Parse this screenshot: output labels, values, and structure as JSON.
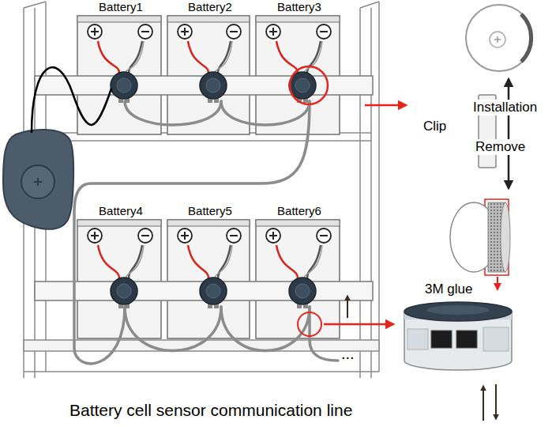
{
  "diagram": {
    "nodes": [
      {
        "text": [
          "Battery1"
        ]
      },
      {
        "text": [
          "Battery2"
        ]
      },
      {
        "text": [
          "Battery3"
        ]
      },
      {
        "text": [
          "Battery4"
        ]
      },
      {
        "text": [
          "Battery5"
        ]
      },
      {
        "text": [
          "Battery6"
        ]
      }
    ],
    "labels": [
      "Clip",
      "Installation",
      "Remove",
      "3M glue",
      "Battery cell sensor communication line",
      "..."
    ]
  }
}
